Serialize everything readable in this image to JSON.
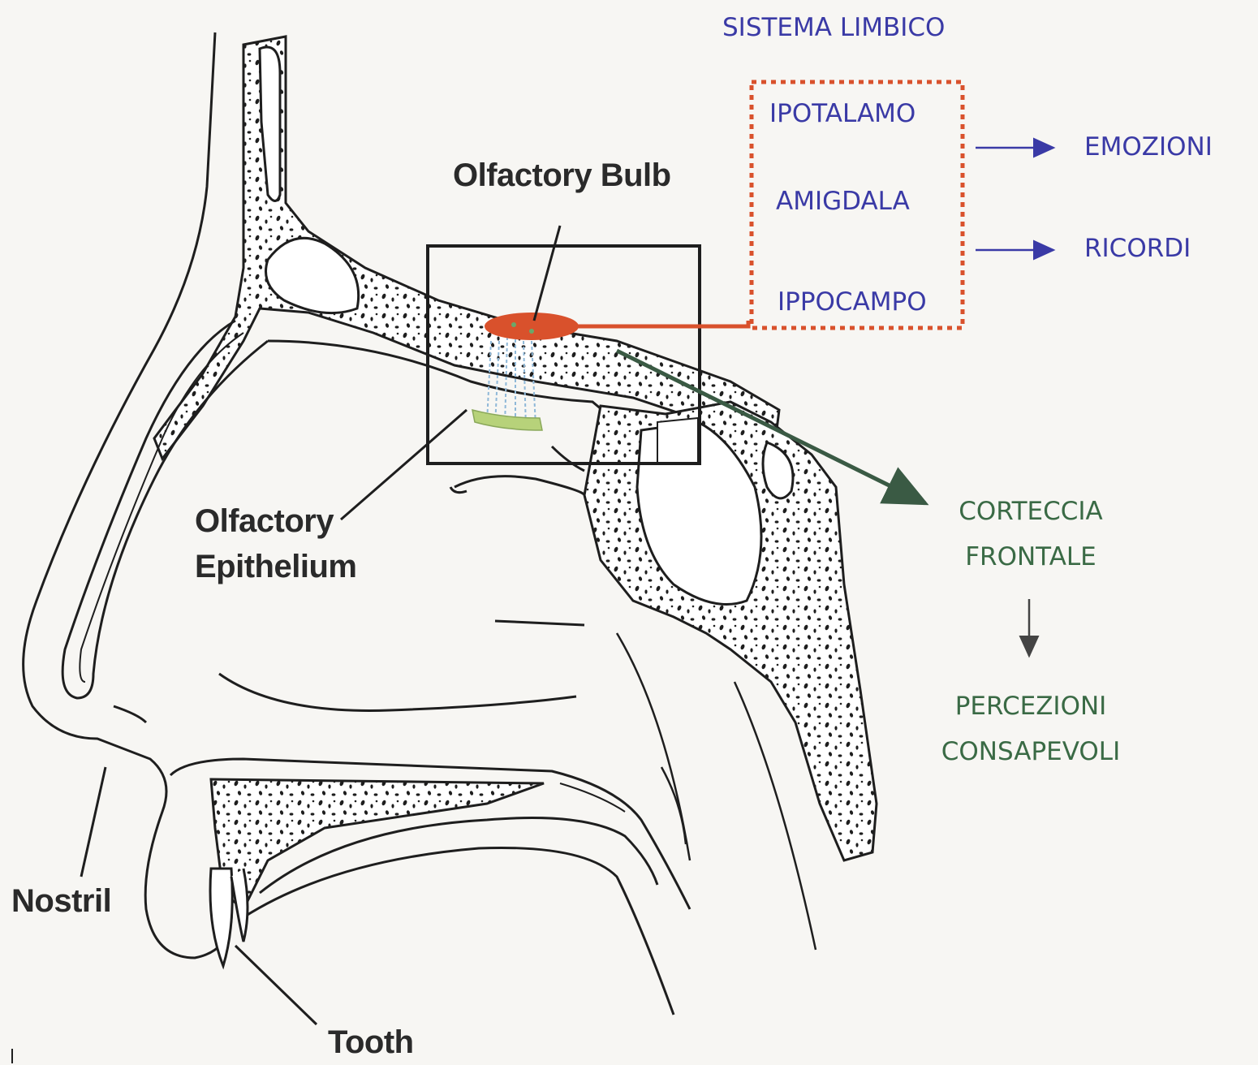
{
  "labels": {
    "olfactory_bulb": "Olfactory Bulb",
    "olfactory_epithelium_line1": "Olfactory",
    "olfactory_epithelium_line2": "Epithelium",
    "nostril": "Nostril",
    "tooth": "Tooth"
  },
  "limbic": {
    "title": "SISTEMA LIMBICO",
    "items": [
      "IPOTALAMO",
      "AMIGDALA",
      "IPPOCAMPO"
    ],
    "outputs": [
      "EMOZIONI",
      "RICORDI"
    ]
  },
  "cortex": {
    "line1": "CORTECCIA",
    "line2": "FRONTALE",
    "result_line1": "PERCEZIONI",
    "result_line2": "CONSAPEVOLI"
  },
  "colors": {
    "limbic_text": "#3a3aa6",
    "cortex_text": "#3a6a45",
    "bulb": "#d9512c",
    "dashed_box": "#d9512c",
    "cortex_arrow": "#3a5a44",
    "outline": "#1e1e1e"
  }
}
